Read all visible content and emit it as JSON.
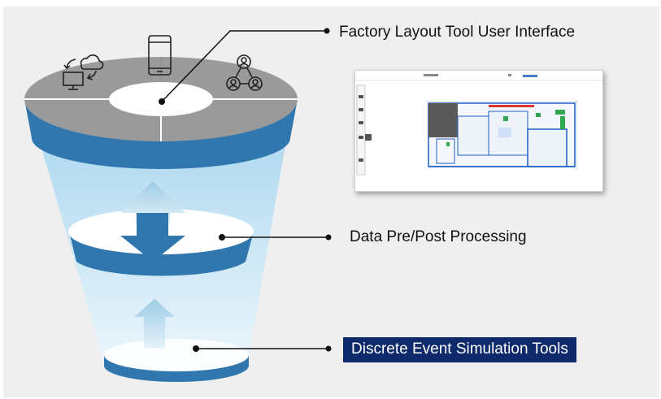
{
  "labels": {
    "ui_layer": "Factory Layout Tool User Interface",
    "processing_layer": "Data Pre/Post Processing",
    "simulation_layer": "Discrete Event Simulation Tools"
  },
  "icons": [
    "computer-cloud-sync-icon",
    "smartphone-icon",
    "user-network-icon",
    "bidirectional-arrow-icon",
    "up-arrow-icon"
  ],
  "colors": {
    "background": "#efefef",
    "funnel_blue": "#2f77ae",
    "top_grey": "#9a9a9a",
    "label_highlight": "#0e2a6b"
  }
}
